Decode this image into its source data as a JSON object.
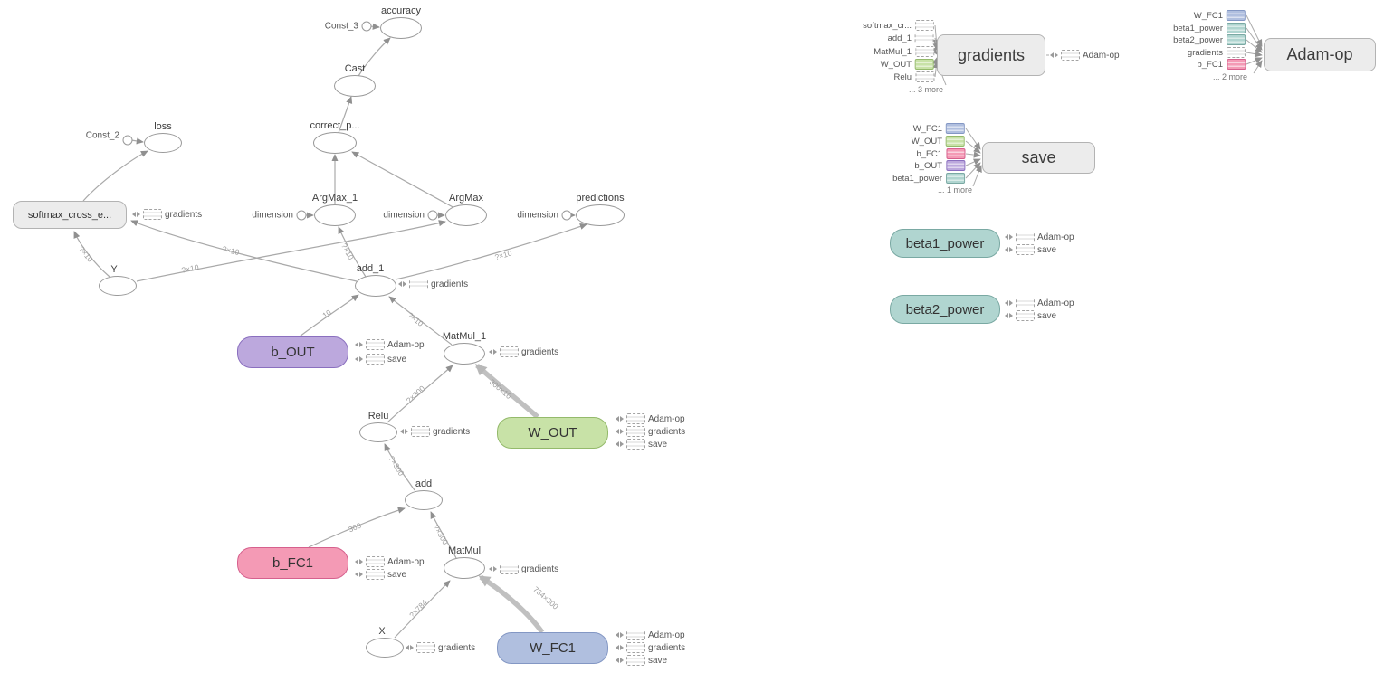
{
  "colors": {
    "purple_fill": "#bca8dd",
    "purple_border": "#8a6fbf",
    "pink_fill": "#f49ab5",
    "pink_border": "#d6608d",
    "green_fill": "#c8e2a7",
    "green_border": "#94ba6b",
    "blue_fill": "#b0bfdf",
    "blue_border": "#8397c4",
    "teal_fill": "#b0d5d0",
    "teal_border": "#7aa9a3",
    "gray_fill": "#ececec",
    "gray_border": "#b3b3b3",
    "edge": "#a9a9a9",
    "edge_thick": "#c0c0c0",
    "op_fill": "#ffffff",
    "op_border": "#999999",
    "label_text": "#3d3d3d",
    "edge_label_text": "#9e9e9e"
  },
  "graph": {
    "ops": {
      "accuracy": "accuracy",
      "cast": "Cast",
      "correct": "correct_p...",
      "loss": "loss",
      "argmax1": "ArgMax_1",
      "argmax": "ArgMax",
      "predictions": "predictions",
      "y": "Y",
      "add1": "add_1",
      "matmul1": "MatMul_1",
      "relu": "Relu",
      "add": "add",
      "matmul": "MatMul",
      "x": "X"
    },
    "consts": {
      "const3": "Const_3",
      "const2": "Const_2",
      "dimension": "dimension"
    },
    "namespaces": {
      "softmax": "softmax_cross_e...",
      "b_out": "b_OUT",
      "w_out": "W_OUT",
      "b_fc1": "b_FC1",
      "w_fc1": "W_FC1"
    },
    "ref_labels": {
      "gradients": "gradients",
      "adam": "Adam-op",
      "save": "save"
    },
    "edge_labels": {
      "add1_softmax": "?×10",
      "y_softmax": "?×10",
      "y_argmax": "?×10",
      "add1_argmax1": "?×10",
      "add1_predictions": "?×10",
      "matmul1_add1": "?×10",
      "bout_add1": "10",
      "relu_matmul1": "?×300",
      "wout_matmul1": "300×10",
      "add_relu": "?×300",
      "bfc1_add": "300",
      "matmul_add": "?×300",
      "x_matmul": "?×784",
      "wfc1_matmul": "784×300"
    }
  },
  "aux": {
    "gradients": {
      "label": "gradients",
      "inputs": [
        "softmax_cr...",
        "add_1",
        "MatMul_1",
        "W_OUT",
        "Relu"
      ],
      "more": "... 3 more",
      "output": "Adam-op"
    },
    "adam": {
      "label": "Adam-op",
      "inputs": [
        "W_FC1",
        "beta1_power",
        "beta2_power",
        "gradients",
        "b_FC1"
      ],
      "more": "... 2 more"
    },
    "save": {
      "label": "save",
      "inputs": [
        "W_FC1",
        "W_OUT",
        "b_FC1",
        "b_OUT",
        "beta1_power"
      ],
      "more": "... 1 more"
    },
    "beta1": {
      "label": "beta1_power",
      "refs": [
        "Adam-op",
        "save"
      ]
    },
    "beta2": {
      "label": "beta2_power",
      "refs": [
        "Adam-op",
        "save"
      ]
    }
  }
}
